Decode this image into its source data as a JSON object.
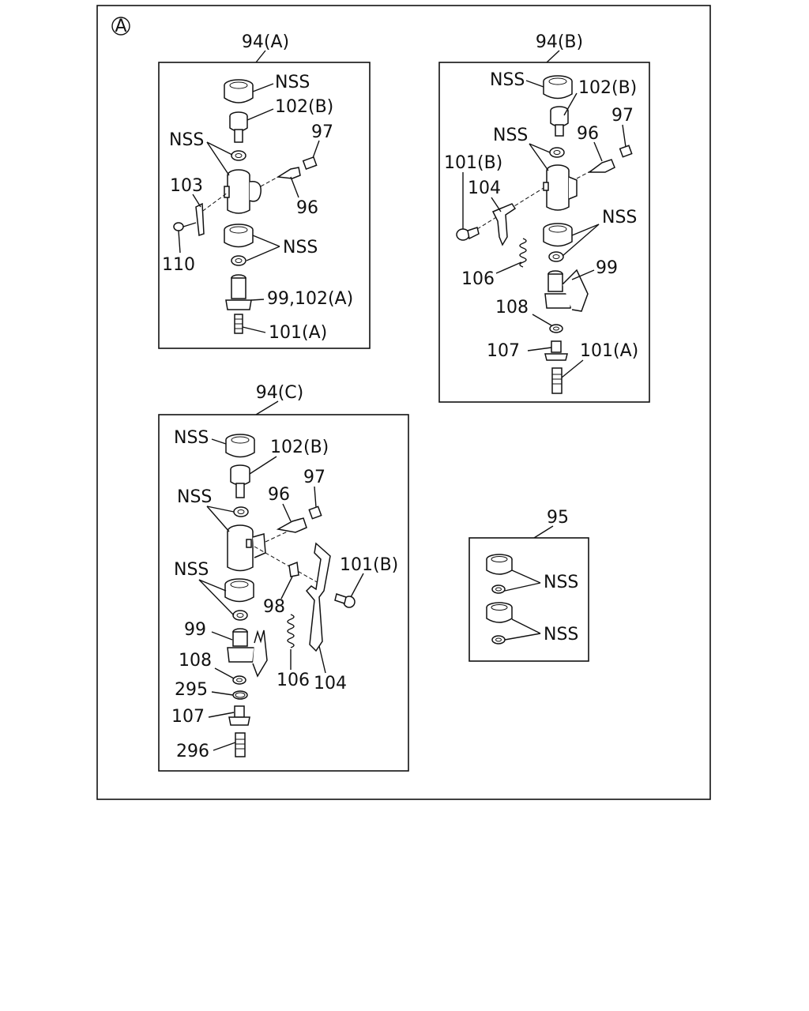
{
  "figure": {
    "marker": "A",
    "assemblies": [
      {
        "id": "94(A)",
        "callouts": [
          {
            "text": "NSS"
          },
          {
            "text": "102(B)"
          },
          {
            "text": "NSS"
          },
          {
            "text": "97"
          },
          {
            "text": "103"
          },
          {
            "text": "96"
          },
          {
            "text": "NSS"
          },
          {
            "text": "110"
          },
          {
            "text": "99,102(A)"
          },
          {
            "text": "101(A)"
          }
        ]
      },
      {
        "id": "94(B)",
        "callouts": [
          {
            "text": "NSS"
          },
          {
            "text": "102(B)"
          },
          {
            "text": "97"
          },
          {
            "text": "NSS"
          },
          {
            "text": "96"
          },
          {
            "text": "101(B)"
          },
          {
            "text": "104"
          },
          {
            "text": "NSS"
          },
          {
            "text": "106"
          },
          {
            "text": "99"
          },
          {
            "text": "108"
          },
          {
            "text": "107"
          },
          {
            "text": "101(A)"
          }
        ]
      },
      {
        "id": "94(C)",
        "callouts": [
          {
            "text": "NSS"
          },
          {
            "text": "102(B)"
          },
          {
            "text": "97"
          },
          {
            "text": "NSS"
          },
          {
            "text": "96"
          },
          {
            "text": "101(B)"
          },
          {
            "text": "NSS"
          },
          {
            "text": "98"
          },
          {
            "text": "99"
          },
          {
            "text": "108"
          },
          {
            "text": "106"
          },
          {
            "text": "104"
          },
          {
            "text": "295"
          },
          {
            "text": "107"
          },
          {
            "text": "296"
          }
        ]
      },
      {
        "id": "95",
        "callouts": [
          {
            "text": "NSS"
          },
          {
            "text": "NSS"
          }
        ]
      }
    ]
  }
}
